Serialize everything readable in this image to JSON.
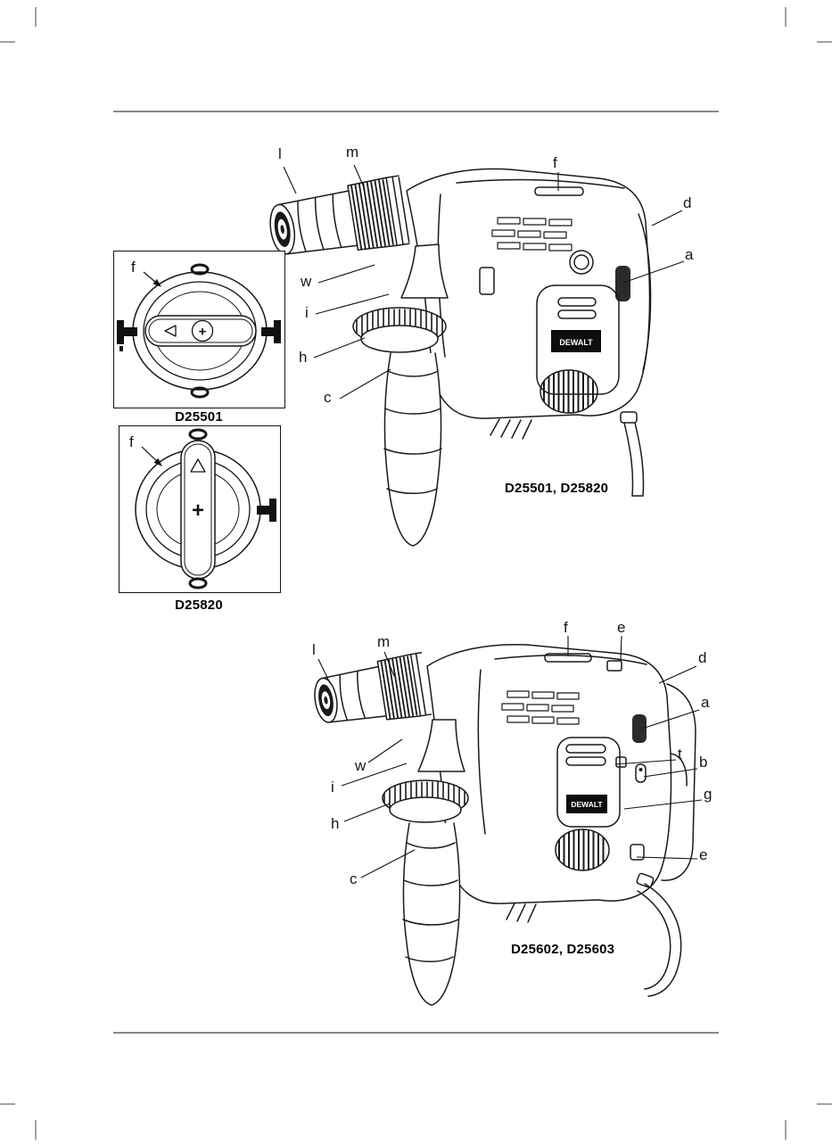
{
  "figures": {
    "dial1": {
      "caption": "D25501",
      "callout_f": "f",
      "plus": "+"
    },
    "dial2": {
      "caption": "D25820",
      "callout_f": "f",
      "plus": "+"
    },
    "drill1": {
      "caption": "D25501, D25820",
      "brand": "DEWALT",
      "callouts": {
        "l": "l",
        "m": "m",
        "f": "f",
        "d": "d",
        "a": "a",
        "w": "w",
        "i": "i",
        "h": "h",
        "c": "c"
      }
    },
    "drill2": {
      "caption": "D25602, D25603",
      "brand": "DEWALT",
      "callouts": {
        "l": "l",
        "m": "m",
        "f": "f",
        "e_top": "e",
        "d": "d",
        "a": "a",
        "t": "t",
        "b": "b",
        "g": "g",
        "e_side": "e",
        "w": "w",
        "i": "i",
        "h": "h",
        "c": "c"
      }
    }
  }
}
